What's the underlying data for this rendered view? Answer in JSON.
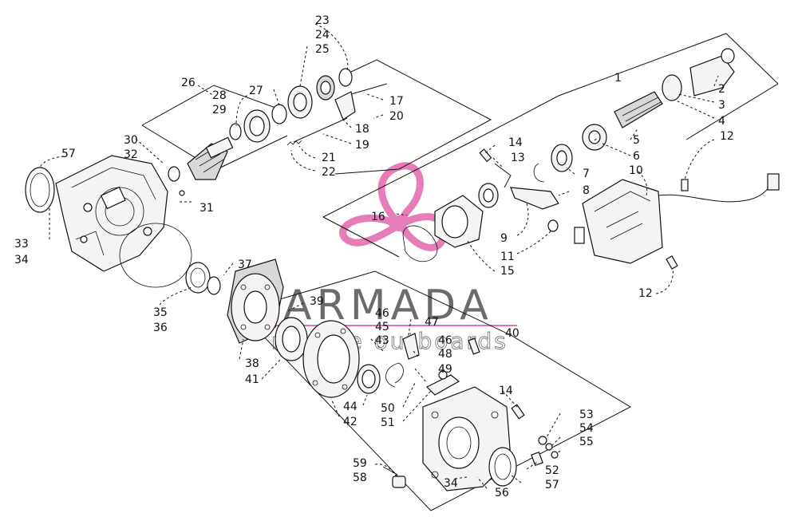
{
  "watermark": {
    "title": "ARMADA",
    "subtitle": "marine outboards",
    "accent_color": "#e46fb1"
  },
  "part_numbers": [
    "1",
    "2",
    "3",
    "4",
    "5",
    "6",
    "7",
    "8",
    "9",
    "10",
    "11",
    "12",
    "12",
    "13",
    "14",
    "14",
    "15",
    "16",
    "17",
    "18",
    "19",
    "20",
    "21",
    "22",
    "23",
    "24",
    "25",
    "26",
    "27",
    "28",
    "29",
    "30",
    "31",
    "32",
    "33",
    "34",
    "34",
    "35",
    "36",
    "37",
    "38",
    "39",
    "40",
    "41",
    "42",
    "43",
    "44",
    "45",
    "46",
    "46",
    "47",
    "48",
    "49",
    "50",
    "51",
    "52",
    "53",
    "54",
    "55",
    "56",
    "57",
    "57",
    "58",
    "59"
  ]
}
